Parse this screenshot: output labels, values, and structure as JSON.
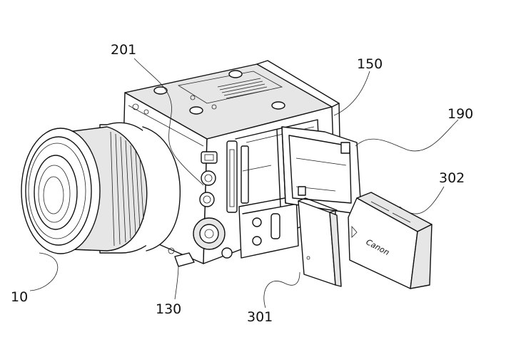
{
  "figure": {
    "labels": {
      "l201": "201",
      "l150": "150",
      "l190": "190",
      "l302": "302",
      "l10": "10",
      "l130": "130",
      "l301": "301",
      "brand": "Canon"
    }
  }
}
